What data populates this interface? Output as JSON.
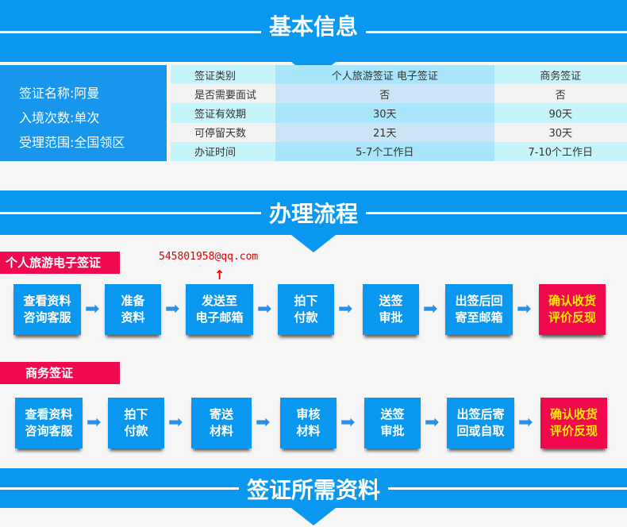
{
  "sections": {
    "basic": "基本信息",
    "process": "办理流程",
    "materials": "签证所需资料"
  },
  "info": {
    "name": "签证名称:阿曼",
    "entries": "入境次数:单次",
    "scope": "受理范围:全国领区"
  },
  "table": [
    [
      "签证类别",
      "个人旅游签证  电子签证",
      "商务签证"
    ],
    [
      "是否需要面试",
      "否",
      "否"
    ],
    [
      "签证有效期",
      "30天",
      "90天"
    ],
    [
      "可停留天数",
      "21天",
      "30天"
    ],
    [
      "办证时间",
      "5-7个工作日",
      "7-10个工作日"
    ]
  ],
  "flow1": {
    "tag": "个人旅游电子签证",
    "email": "545801958@qq.com",
    "arrow": "↑",
    "steps": [
      [
        "查看资料",
        "咨询客服"
      ],
      [
        "准备",
        "资料"
      ],
      [
        "发送至",
        "电子邮箱"
      ],
      [
        "拍下",
        "付款"
      ],
      [
        "送签",
        "审批"
      ],
      [
        "出签后回",
        "寄至邮箱"
      ],
      [
        "确认收货",
        "评价反现"
      ]
    ]
  },
  "flow2": {
    "tag": "商务签证",
    "steps": [
      [
        "查看资料",
        "咨询客服"
      ],
      [
        "拍下",
        "付款"
      ],
      [
        "寄送",
        "材料"
      ],
      [
        "审核",
        "材料"
      ],
      [
        "送签",
        "审批"
      ],
      [
        "出签后寄",
        "回或自取"
      ],
      [
        "确认收货",
        "评价反现"
      ]
    ]
  },
  "arrow_glyph": "➡"
}
